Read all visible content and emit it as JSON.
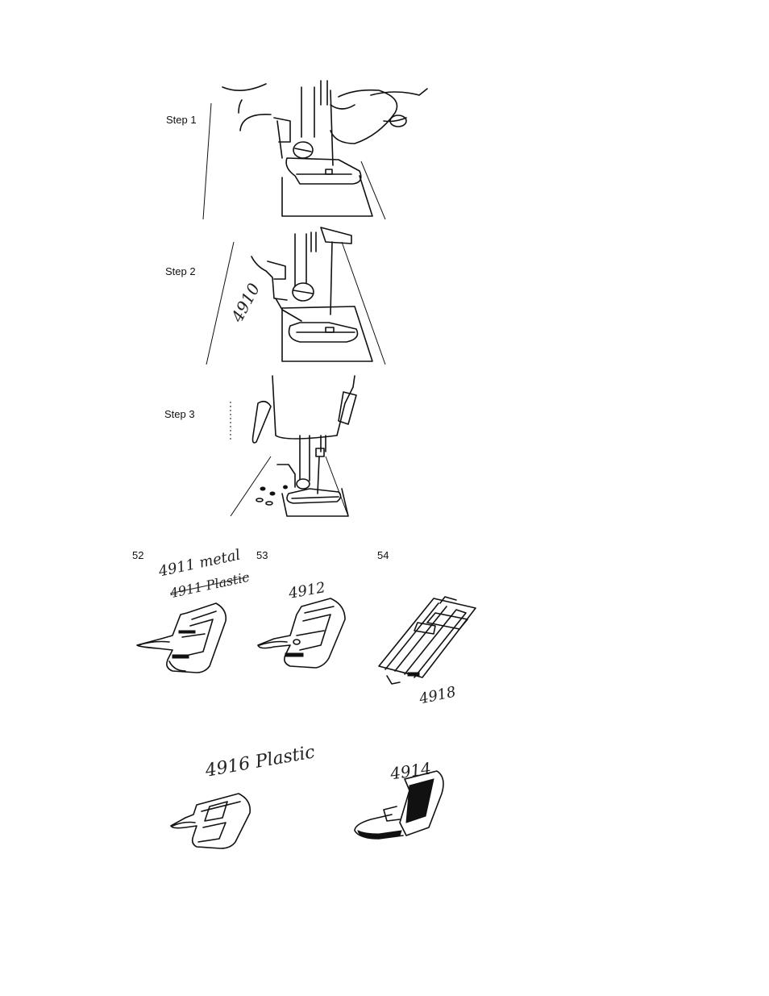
{
  "steps": [
    {
      "label": "Step 1"
    },
    {
      "label": "Step 2",
      "handwritten": "4910"
    },
    {
      "label": "Step 3"
    }
  ],
  "figures": [
    {
      "number": "52",
      "handwritten_line1": "4911 metal",
      "handwritten_line2": "4911 Plastic"
    },
    {
      "number": "53",
      "handwritten": "4912"
    },
    {
      "number": "54",
      "handwritten": "4918"
    }
  ],
  "extra_feet": [
    {
      "handwritten": "4916 Plastic"
    },
    {
      "handwritten": "4914"
    }
  ]
}
